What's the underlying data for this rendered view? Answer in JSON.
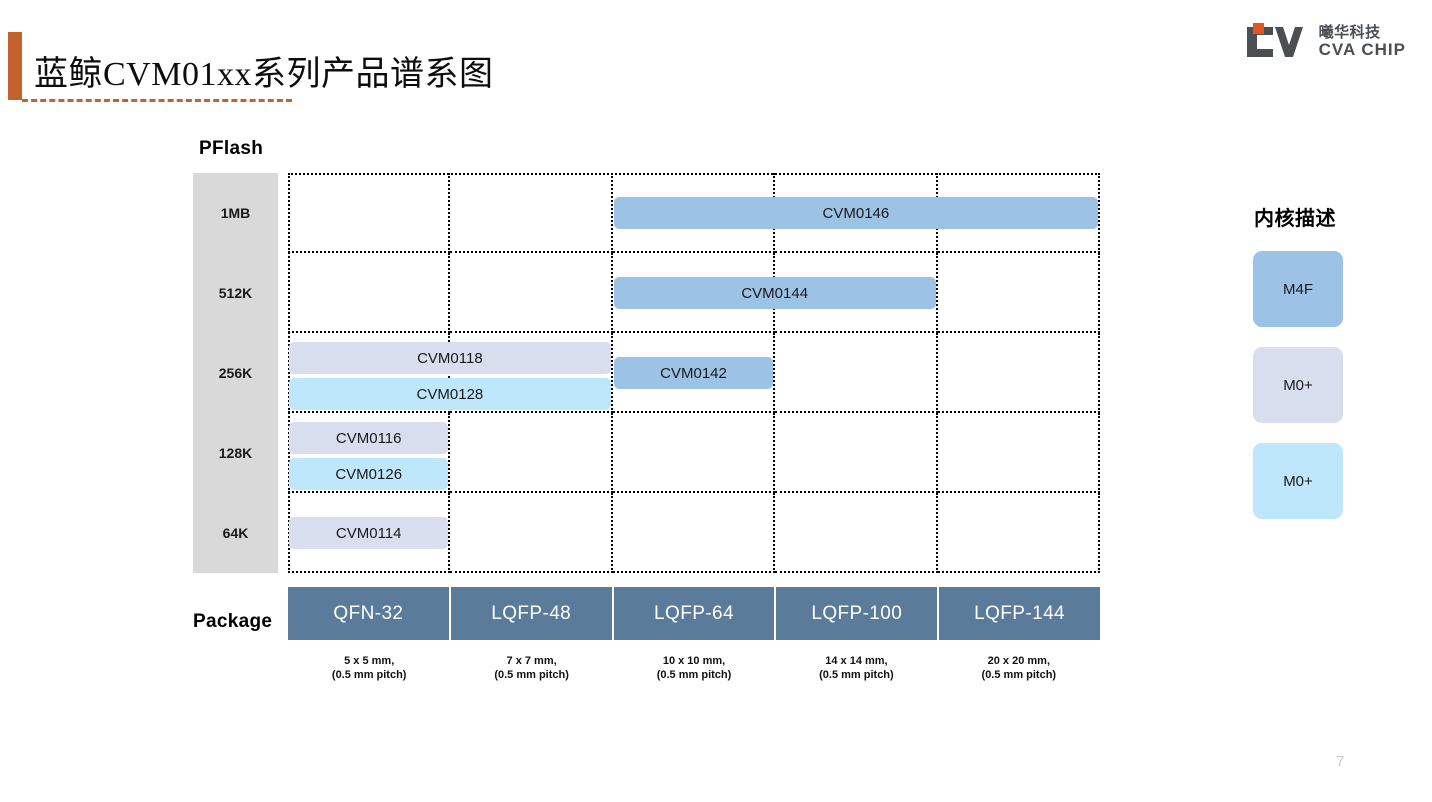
{
  "header": {
    "title": "蓝鲸CVM01xx系列产品谱系图",
    "accent_color": "#C4622F",
    "logo": {
      "cn": "曦华科技",
      "en": "CVA CHIP",
      "mark_color": "#4b4f54",
      "square_color": "#E2571E"
    }
  },
  "chart_data": {
    "type": "table",
    "title": "蓝鲸CVM01xx系列产品谱系图",
    "ylabel": "PFlash",
    "xlabel": "Package",
    "categories": [
      "QFN-32",
      "LQFP-48",
      "LQFP-64",
      "LQFP-100",
      "LQFP-144"
    ],
    "package_sizes": [
      "5 x 5 mm,\n(0.5 mm pitch)",
      "7 x 7 mm,\n(0.5 mm pitch)",
      "10 x 10 mm,\n(0.5 mm pitch)",
      "14 x 14 mm,\n(0.5 mm pitch)",
      "20 x 20 mm,\n(0.5 mm pitch)"
    ],
    "flash_levels": [
      "1MB",
      "512K",
      "256K",
      "128K",
      "64K"
    ],
    "grid": true,
    "products": [
      {
        "name": "CVM0146",
        "flash": "1MB",
        "col_start": 3,
        "col_end": 5,
        "core": "M4F",
        "color": "#9CC3E5",
        "row": 0,
        "sub": 0
      },
      {
        "name": "CVM0144",
        "flash": "512K",
        "col_start": 3,
        "col_end": 4,
        "core": "M4F",
        "color": "#9CC3E5",
        "row": 1,
        "sub": 0
      },
      {
        "name": "CVM0118",
        "flash": "256K",
        "col_start": 1,
        "col_end": 2,
        "core": "M0+",
        "color": "#D9DEEF",
        "row": 2,
        "sub": 0
      },
      {
        "name": "CVM0128",
        "flash": "256K",
        "col_start": 1,
        "col_end": 2,
        "core": "M0+",
        "color": "#BFE7FC",
        "row": 2,
        "sub": 1
      },
      {
        "name": "CVM0142",
        "flash": "256K",
        "col_start": 3,
        "col_end": 3,
        "core": "M4F",
        "color": "#9CC3E5",
        "row": 2,
        "sub": 0
      },
      {
        "name": "CVM0116",
        "flash": "128K",
        "col_start": 1,
        "col_end": 1,
        "core": "M0+",
        "color": "#D9DEEF",
        "row": 3,
        "sub": 0
      },
      {
        "name": "CVM0126",
        "flash": "128K",
        "col_start": 1,
        "col_end": 1,
        "core": "M0+",
        "color": "#BFE7FC",
        "row": 3,
        "sub": 1
      },
      {
        "name": "CVM0114",
        "flash": "64K",
        "col_start": 1,
        "col_end": 1,
        "core": "M0+",
        "color": "#D9DEEF",
        "row": 4,
        "sub": 0
      }
    ]
  },
  "legend": {
    "title": "内核描述",
    "items": [
      {
        "label": "M4F",
        "color": "#9CC3E5"
      },
      {
        "label": "M0+",
        "color": "#D9DEEF"
      },
      {
        "label": "M0+",
        "color": "#BFE7FC"
      }
    ]
  },
  "footer": {
    "page_number": "7"
  }
}
